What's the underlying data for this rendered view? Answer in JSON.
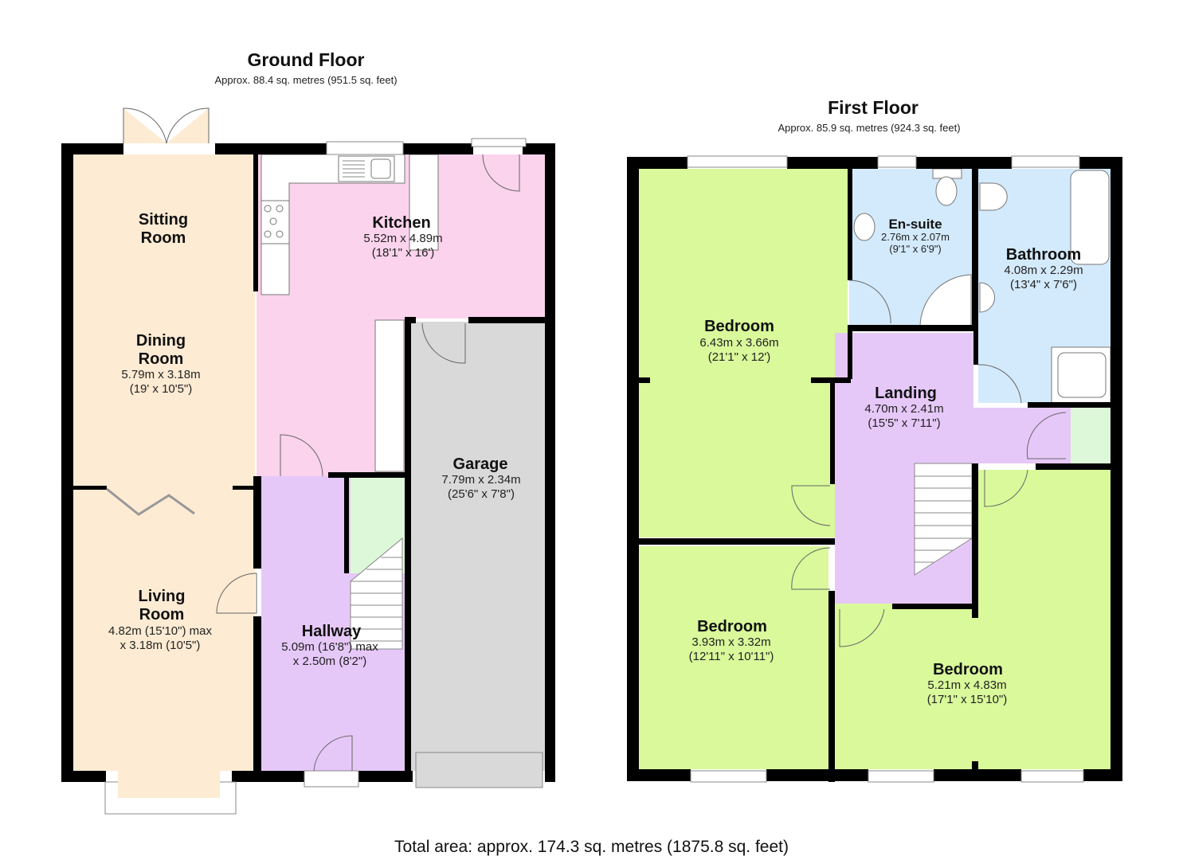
{
  "ground_floor": {
    "title": "Ground Floor",
    "area": "Approx. 88.4 sq. metres (951.5 sq. feet)",
    "rooms": {
      "sitting_room": {
        "name_line1": "Sitting",
        "name_line2": "Room",
        "color": "#fdebd3"
      },
      "dining_room": {
        "name_line1": "Dining",
        "name_line2": "Room",
        "dim_m": "5.79m x 3.18m",
        "dim_ft": "(19' x 10'5\")",
        "color": "#fdebd3"
      },
      "living_room": {
        "name_line1": "Living",
        "name_line2": "Room",
        "dim_m": "4.82m (15'10\") max",
        "dim_ft": "x 3.18m (10'5\")",
        "color": "#fdebd3"
      },
      "kitchen": {
        "name": "Kitchen",
        "dim_m": "5.52m x 4.89m",
        "dim_ft": "(18'1\" x 16')",
        "color": "#fbd3ec"
      },
      "hallway": {
        "name": "Hallway",
        "dim_m": "5.09m (16'8\") max",
        "dim_ft": "x 2.50m (8'2\")",
        "color": "#e6c8f8"
      },
      "garage": {
        "name": "Garage",
        "dim_m": "7.79m x 2.34m",
        "dim_ft": "(25'6\" x 7'8\")",
        "color": "#d9d9d9"
      },
      "understairs": {
        "color": "#dcf8d8"
      }
    }
  },
  "first_floor": {
    "title": "First Floor",
    "area": "Approx. 85.9 sq. metres (924.3 sq. feet)",
    "rooms": {
      "bedroom_1": {
        "name": "Bedroom",
        "dim_m": "6.43m x 3.66m",
        "dim_ft": "(21'1\" x 12')",
        "color": "#d9f99b"
      },
      "en_suite": {
        "name": "En-suite",
        "dim_m": "2.76m x 2.07m",
        "dim_ft": "(9'1\" x 6'9\")",
        "color": "#d3eafc"
      },
      "bathroom": {
        "name": "Bathroom",
        "dim_m": "4.08m x 2.29m",
        "dim_ft": "(13'4\" x 7'6\")",
        "color": "#d3eafc"
      },
      "landing": {
        "name": "Landing",
        "dim_m": "4.70m x 2.41m",
        "dim_ft": "(15'5\" x 7'11\")",
        "color": "#e6c8f8"
      },
      "bedroom_2": {
        "name": "Bedroom",
        "dim_m": "3.93m x 3.32m",
        "dim_ft": "(12'11\" x 10'11\")",
        "color": "#d9f99b"
      },
      "bedroom_3": {
        "name": "Bedroom",
        "dim_m": "5.21m x 4.83m",
        "dim_ft": "(17'1\" x 15'10\")",
        "color": "#d9f99b"
      },
      "cupboard": {
        "color": "#dcf8d8"
      }
    }
  },
  "total_area": "Total area: approx. 174.3 sq. metres (1875.8 sq. feet)"
}
